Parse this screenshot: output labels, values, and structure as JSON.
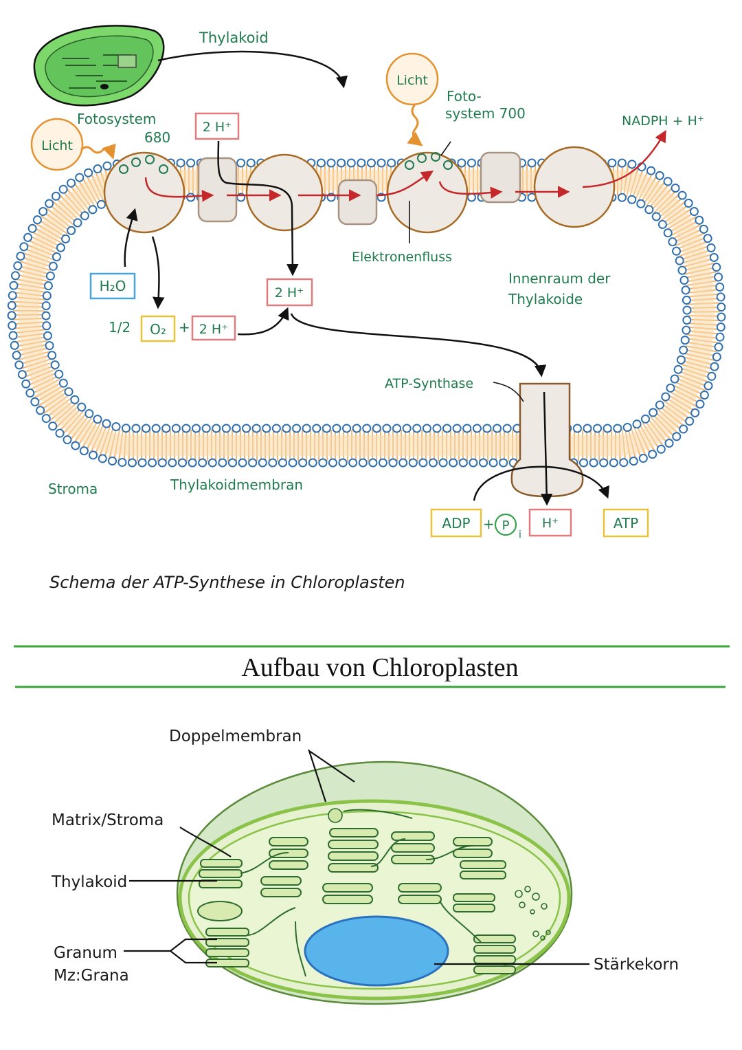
{
  "top_diagram": {
    "labels": {
      "thylakoid_top": "Thylakoid",
      "licht_left": "Licht",
      "fotosystem_680_line1": "Fotosystem",
      "fotosystem_680_line2": "680",
      "two_h_top": "2 H⁺",
      "licht_right": "Licht",
      "fotosystem_700_line1": "Foto-",
      "fotosystem_700_line2": "system 700",
      "nadph": "NADPH + H⁺",
      "elektronenfluss": "Elektronenfluss",
      "innenraum_line1": "Innenraum der",
      "innenraum_line2": "Thylakoide",
      "h2o": "H₂O",
      "two_h_mid": "2 H⁺",
      "half": "1/2",
      "o2": "O₂",
      "plus1": "+",
      "two_h_low": "2 H⁺",
      "atp_synthase": "ATP-Synthase",
      "stroma": "Stroma",
      "thylakoidmembran": "Thylakoidmembran",
      "adp": "ADP",
      "plus2": "+",
      "p": "P",
      "pi_sub": "i",
      "h_plus": "H⁺",
      "atp": "ATP"
    },
    "caption": "Schema der ATP-Synthese in Chloroplasten"
  },
  "section_title": "Aufbau von Chloroplasten",
  "bottom_diagram": {
    "labels": {
      "doppelmembran": "Doppelmembran",
      "matrix_stroma": "Matrix/Stroma",
      "thylakoid": "Thylakoid",
      "granum": "Granum",
      "grana": "Mz:Grana",
      "staerkekorn": "Stärkekorn"
    }
  },
  "colors": {
    "green_text": "#1f7a4e",
    "orange": "#e3922f",
    "membrane_blue": "#2f6fb0",
    "electron_red": "#c4282b",
    "chloroplast_light": "#d9ecc0",
    "chloroplast_outline": "#7cc242",
    "starch_blue": "#5ab4ec",
    "divider_green": "#3aa33a"
  }
}
